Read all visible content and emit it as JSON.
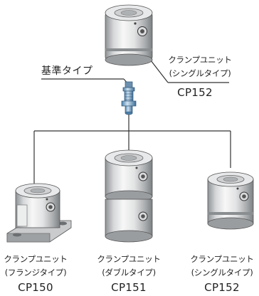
{
  "base_type": {
    "label": "基準タイプ"
  },
  "top_unit": {
    "name": "クランプユニット",
    "subtype": "(シングルタイプ)",
    "code": "CP152"
  },
  "units": [
    {
      "name": "クランプユニット",
      "subtype": "(フランジタイプ)",
      "code": "CP150"
    },
    {
      "name": "クランプユニット",
      "subtype": "(ダブルタイプ)",
      "code": "CP151"
    },
    {
      "name": "クランプユニット",
      "subtype": "(シングルタイプ)",
      "code": "CP152"
    }
  ]
}
